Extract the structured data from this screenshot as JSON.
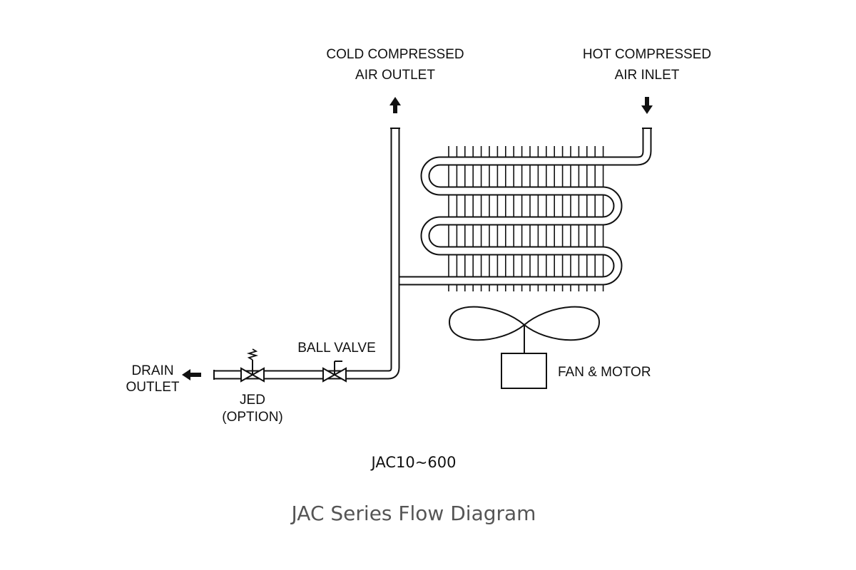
{
  "labels": {
    "cold_outlet_line1": "COLD COMPRESSED",
    "cold_outlet_line2": "AIR OUTLET",
    "hot_inlet_line1": "HOT COMPRESSED",
    "hot_inlet_line2": "AIR INLET",
    "ball_valve": "BALL VALVE",
    "drain_line1": "DRAIN",
    "drain_line2": "OUTLET",
    "jed_line1": "JED",
    "jed_line2": "(OPTION)",
    "fan_motor": "FAN & MOTOR"
  },
  "model": "JAC10~600",
  "caption": "JAC Series Flow Diagram",
  "colors": {
    "line": "#111111",
    "caption": "#555555",
    "background": "#ffffff"
  }
}
